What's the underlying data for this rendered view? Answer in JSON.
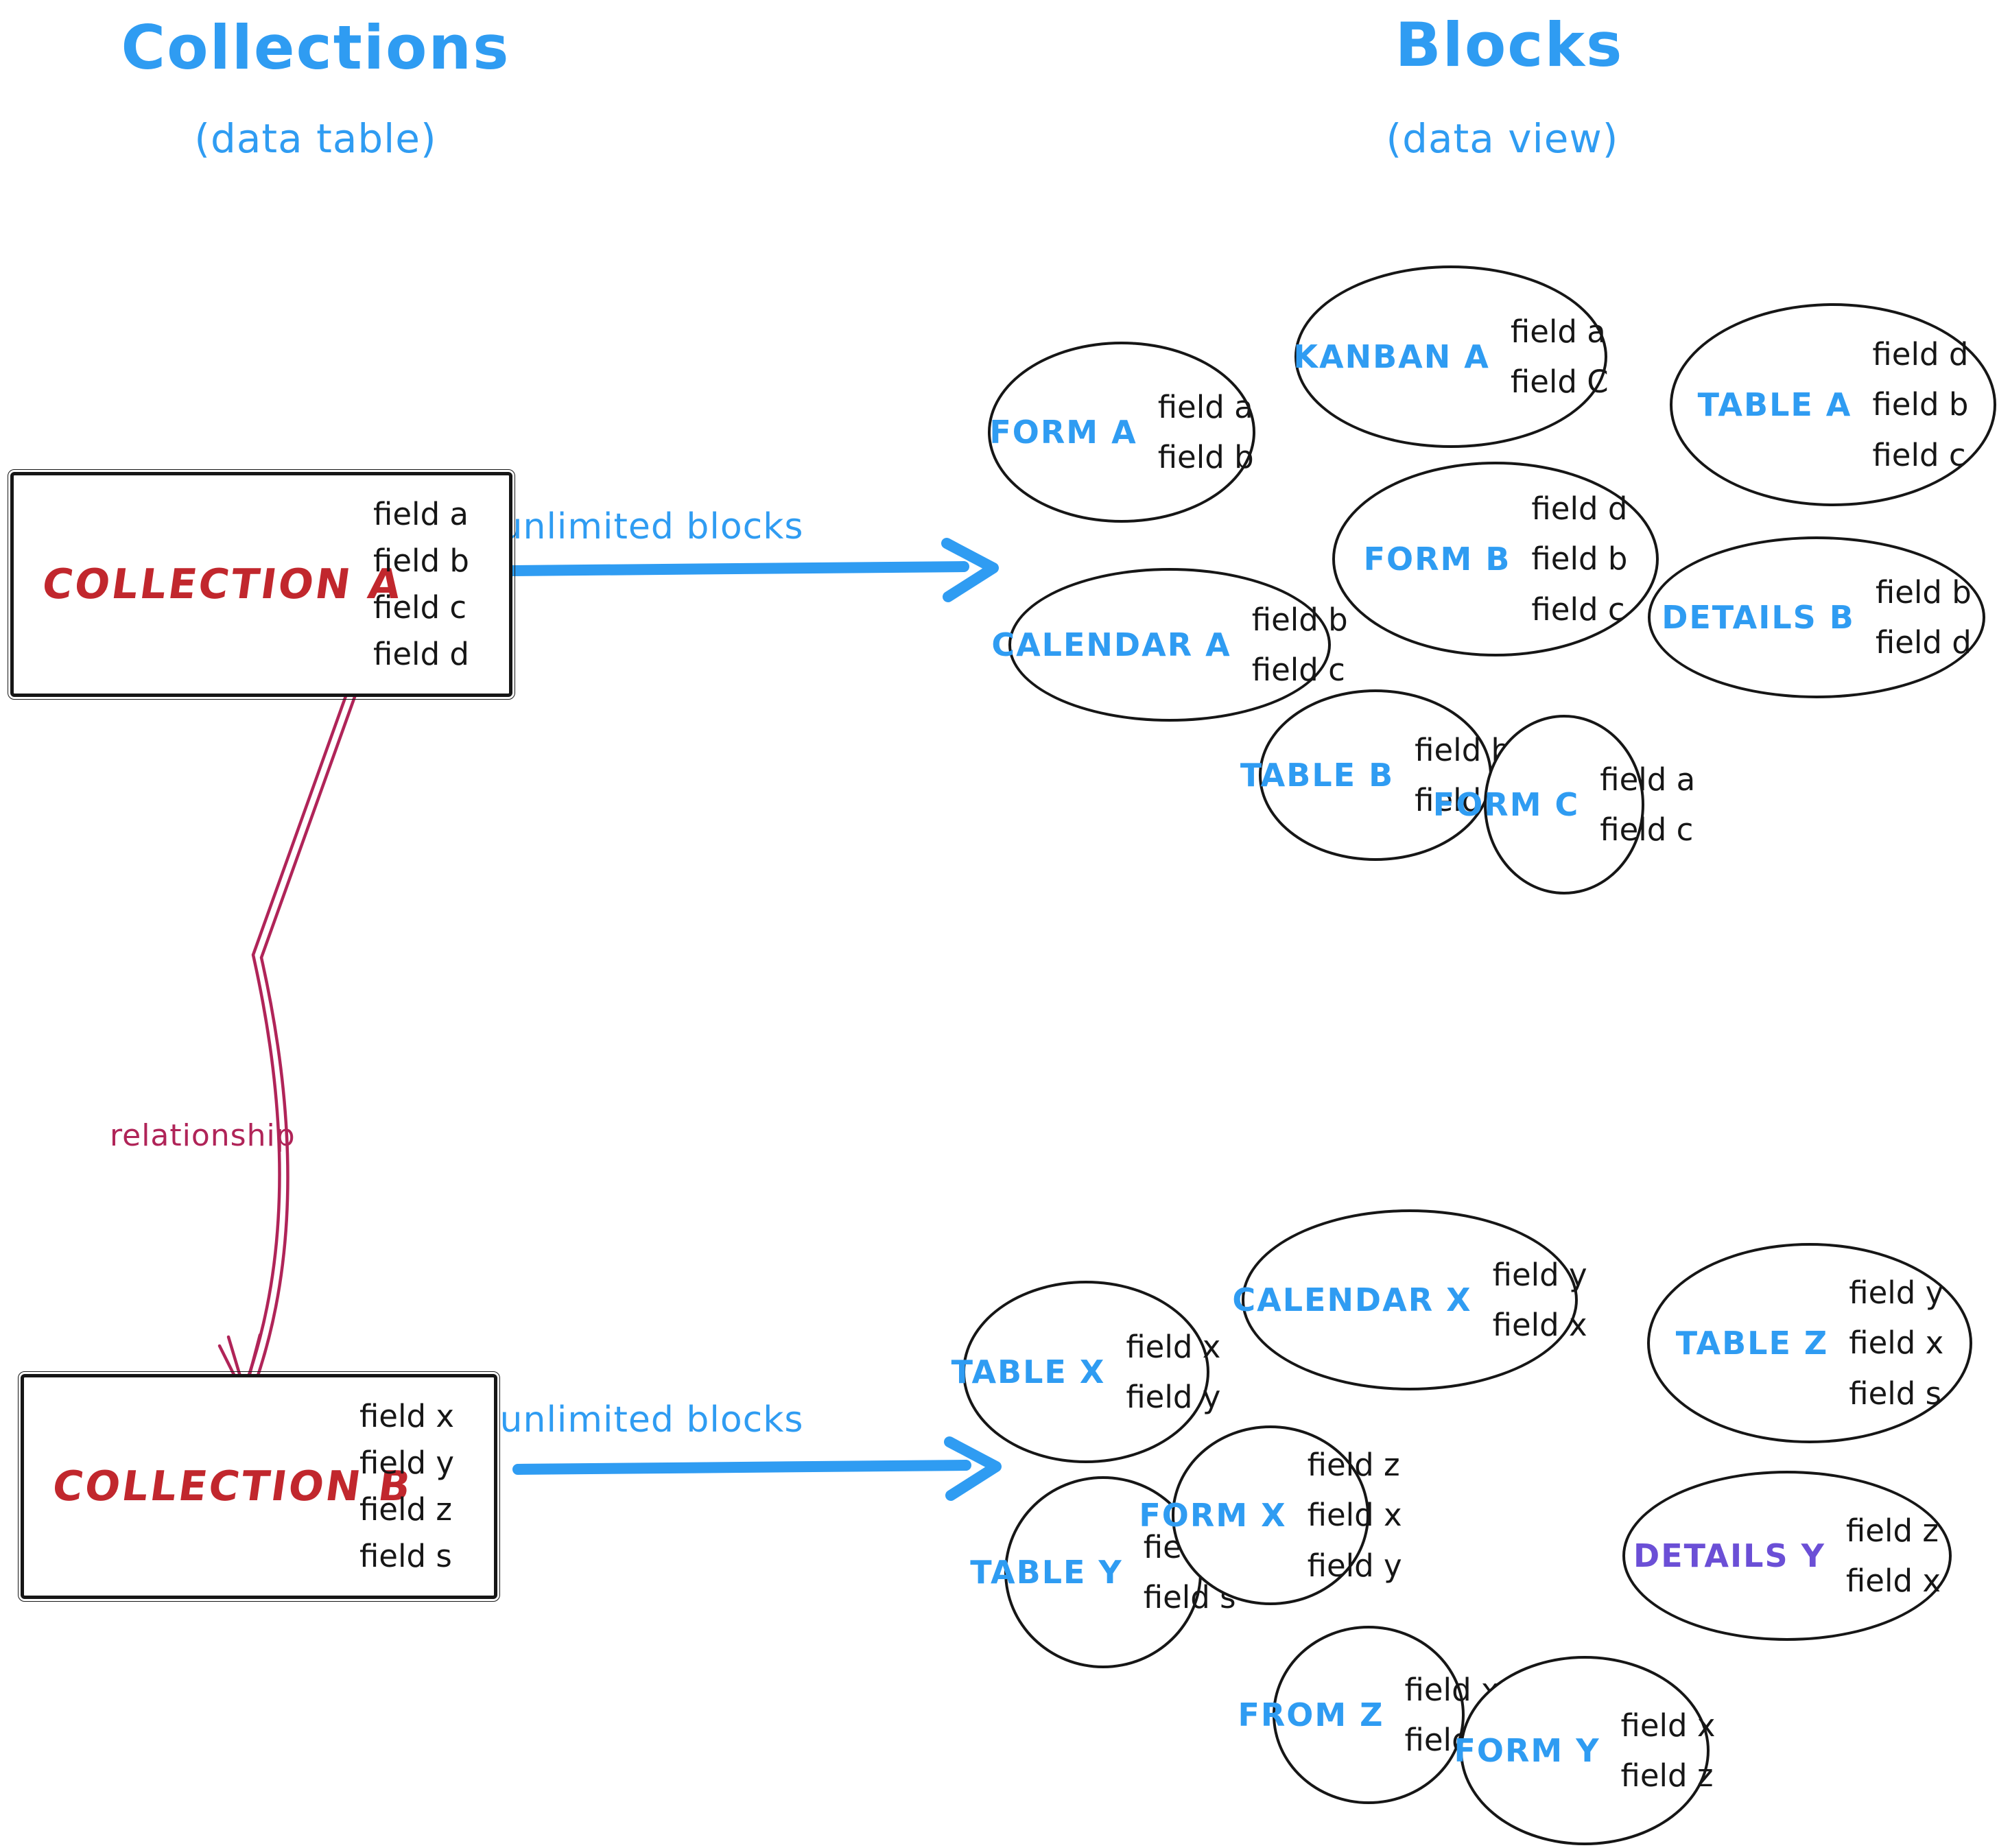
{
  "headers": {
    "left": {
      "title": "Collections",
      "subtitle": "(data table)"
    },
    "right": {
      "title": "Blocks",
      "subtitle": "(data view)"
    }
  },
  "collections": [
    {
      "name": "COLLECTION A",
      "fields": [
        "field a",
        "field b",
        "field c",
        "field d"
      ]
    },
    {
      "name": "COLLECTION B",
      "fields": [
        "field x",
        "field y",
        "field z",
        "field s"
      ]
    }
  ],
  "arrows": {
    "unlimited_top": "unlimited blocks",
    "unlimited_bottom": "unlimited blocks",
    "relationship": "relationship"
  },
  "blocks_a": [
    {
      "label": "FORM A",
      "fields": [
        "field a",
        "field b"
      ]
    },
    {
      "label": "KANBAN A",
      "fields": [
        "field a",
        "field C"
      ]
    },
    {
      "label": "TABLE A",
      "fields": [
        "field d",
        "field b",
        "field c"
      ]
    },
    {
      "label": "CALENDAR A",
      "fields": [
        "field b",
        "field c"
      ]
    },
    {
      "label": "FORM B",
      "fields": [
        "field d",
        "field b",
        "field c"
      ]
    },
    {
      "label": "DETAILS B",
      "fields": [
        "field b",
        "field d"
      ]
    },
    {
      "label": "TABLE B",
      "fields": [
        "field b",
        "field c"
      ]
    },
    {
      "label": "FORM C",
      "fields": [
        "field a",
        "field c"
      ]
    }
  ],
  "blocks_b": [
    {
      "label": "TABLE X",
      "fields": [
        "field x",
        "field y"
      ]
    },
    {
      "label": "CALENDAR X",
      "fields": [
        "field y",
        "field x"
      ]
    },
    {
      "label": "TABLE Z",
      "fields": [
        "field y",
        "field x",
        "field s"
      ]
    },
    {
      "label": "TABLE Y",
      "fields": [
        "field z",
        "field s"
      ]
    },
    {
      "label": "FORM X",
      "fields": [
        "field z",
        "field x",
        "field y"
      ]
    },
    {
      "label": "DETAILS Y",
      "fields": [
        "field z",
        "field x"
      ]
    },
    {
      "label": "FROM Z",
      "fields": [
        "field x",
        "field z"
      ]
    },
    {
      "label": "FORM Y",
      "fields": [
        "field x",
        "field z"
      ]
    }
  ],
  "colors": {
    "accent": "#2f9cf2",
    "collection": "#c1272d",
    "relationship": "#b02458",
    "purple": "#6b4fd6",
    "ink": "#161616"
  }
}
